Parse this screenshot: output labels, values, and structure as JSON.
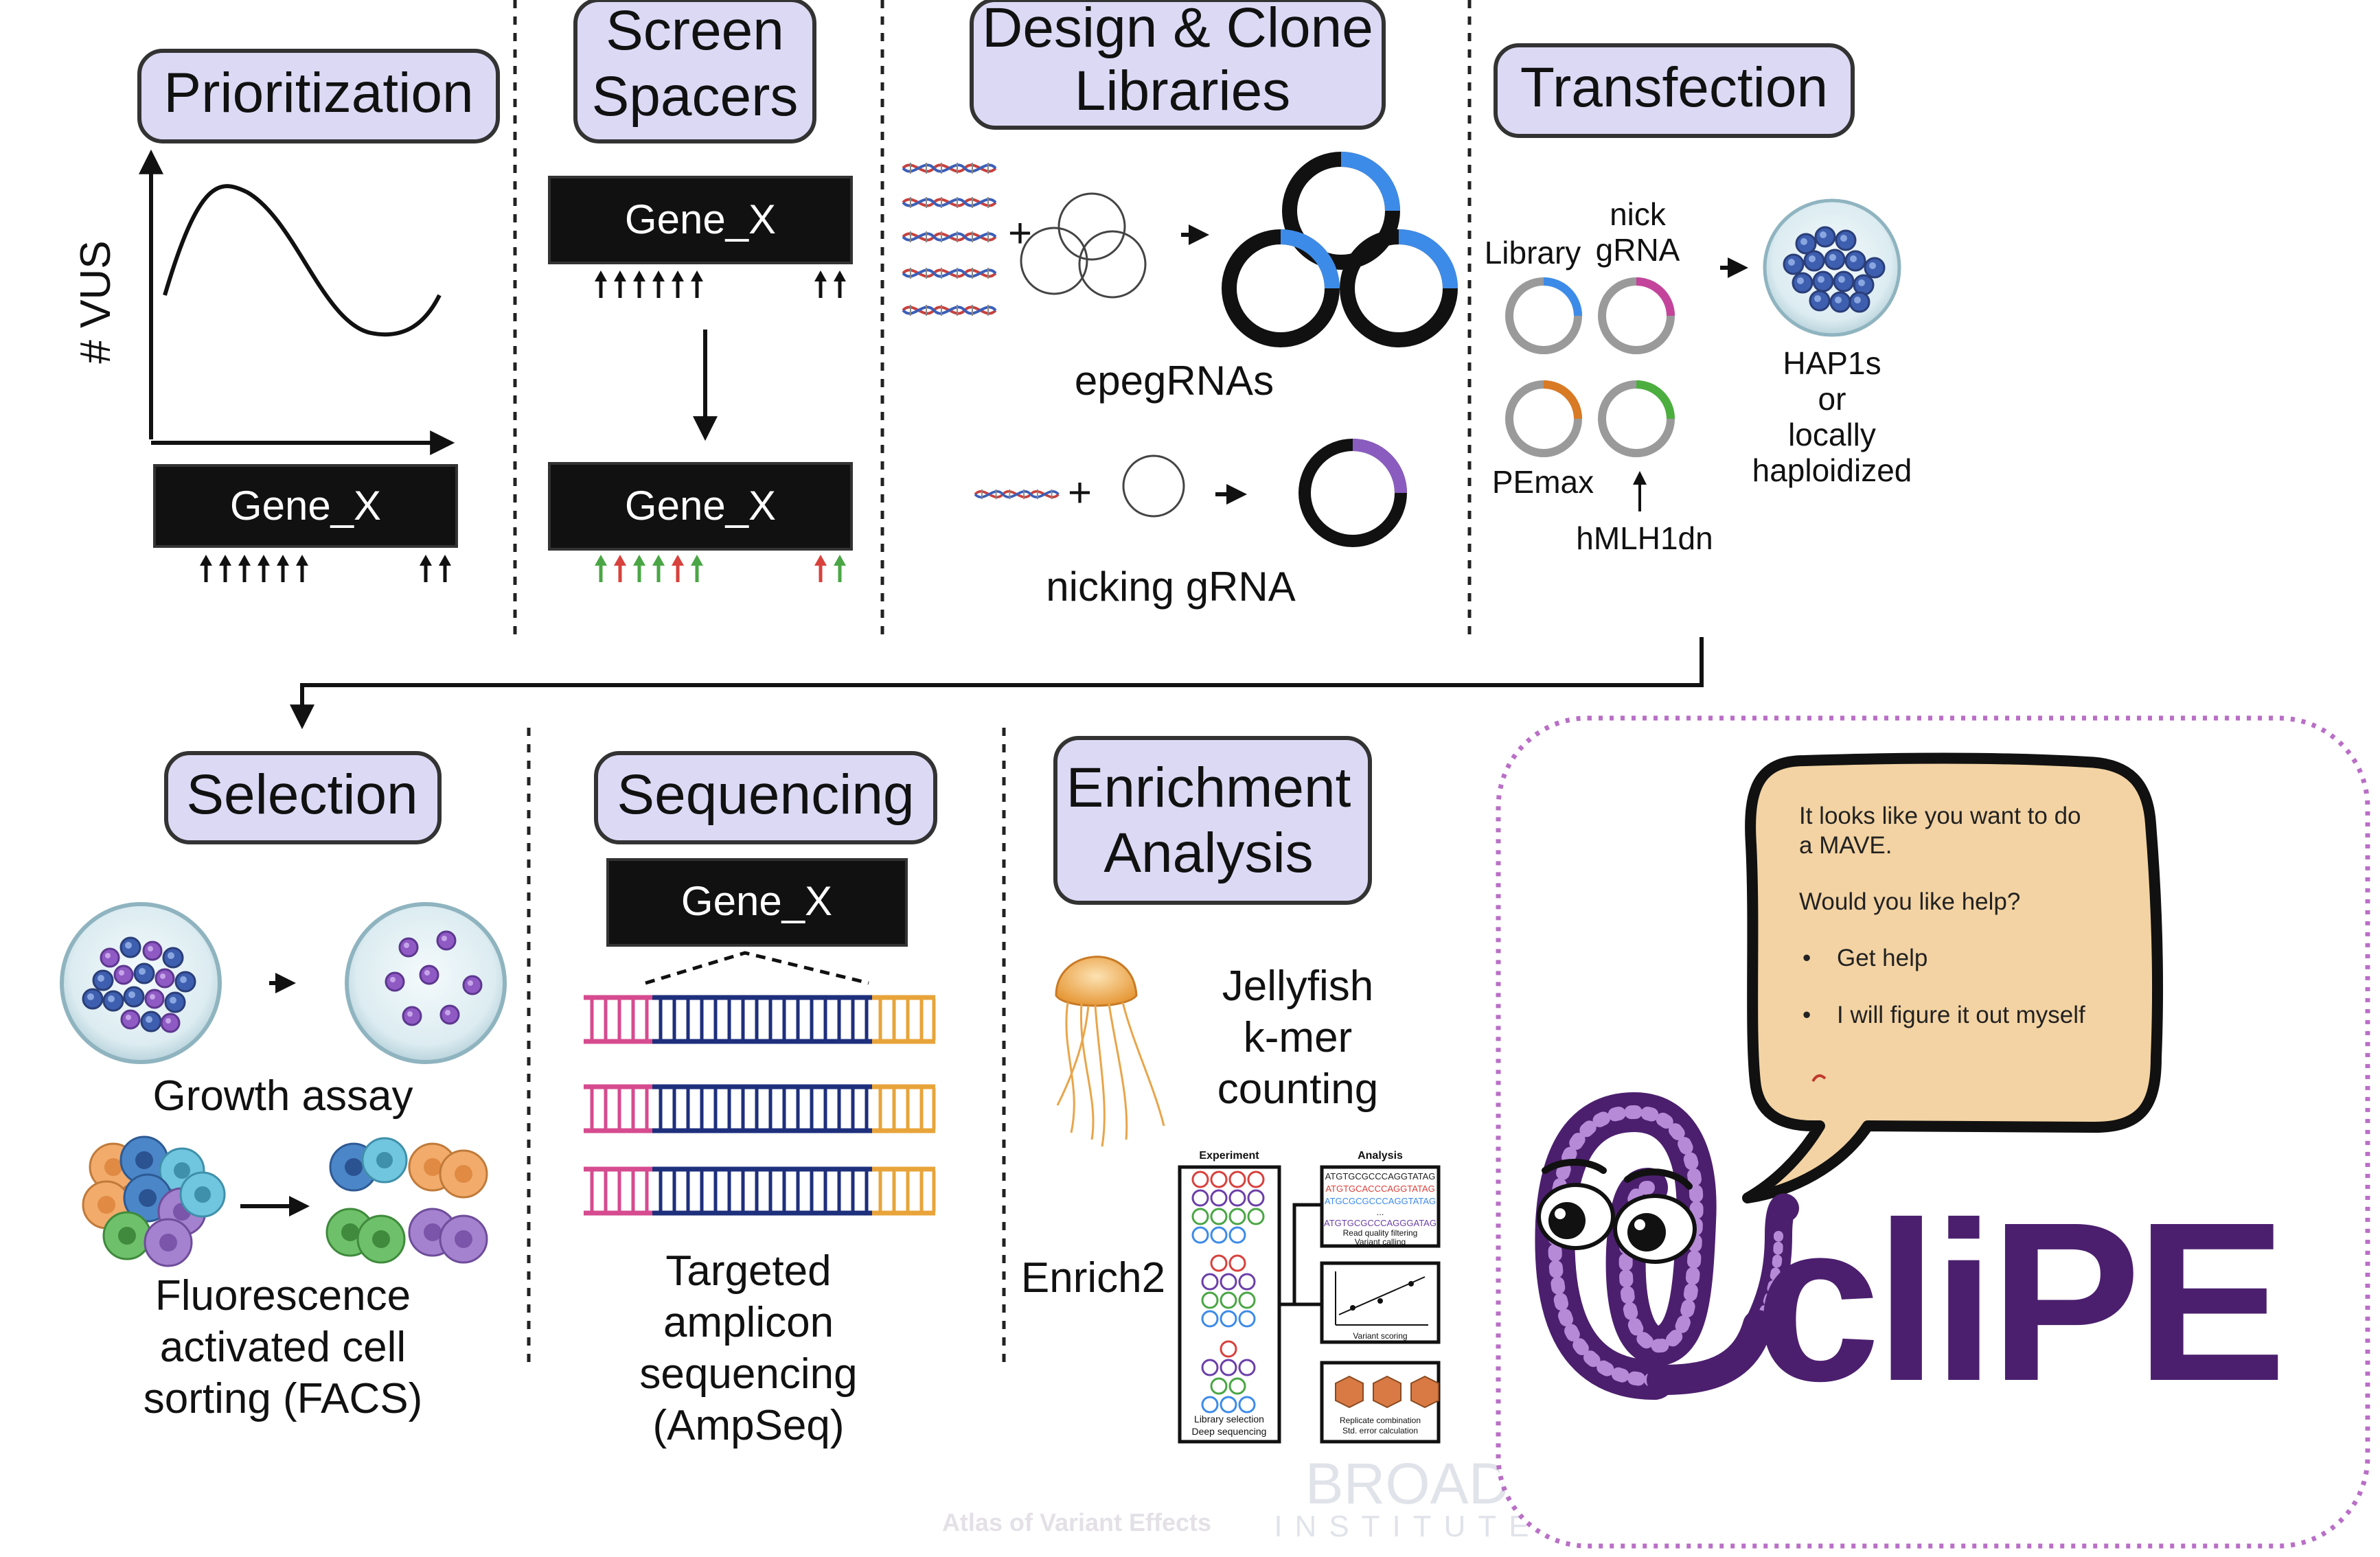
{
  "steps": {
    "prioritization": {
      "title": "Prioritization",
      "axis_label": "# VUS",
      "gene": "Gene_X"
    },
    "screen_spacers": {
      "title_line1": "Screen",
      "title_line2": "Spacers",
      "gene_top": "Gene_X",
      "gene_bottom": "Gene_X"
    },
    "design_clone": {
      "title_line1": "Design & Clone",
      "title_line2": "Libraries",
      "epegrna_label": "epegRNAs",
      "nicking_label": "nicking gRNA"
    },
    "transfection": {
      "title": "Transfection",
      "library_label": "Library",
      "nick_label_line1": "nick",
      "nick_label_line2": "gRNA",
      "pemax_label": "PEmax",
      "hmlh1dn_label": "hMLH1dn",
      "cells_line1": "HAP1s",
      "cells_line2": "or",
      "cells_line3": "locally",
      "cells_line4": "haploidized"
    },
    "selection": {
      "title": "Selection",
      "growth_label": "Growth assay",
      "facs_line1": "Fluorescence",
      "facs_line2": "activated cell",
      "facs_line3": "sorting (FACS)"
    },
    "sequencing": {
      "title": "Sequencing",
      "gene": "Gene_X",
      "label_line1": "Targeted",
      "label_line2": "amplicon",
      "label_line3": "sequencing",
      "label_line4": "(AmpSeq)"
    },
    "enrichment": {
      "title_line1": "Enrichment",
      "title_line2": "Analysis",
      "jellyfish_line1": "Jellyfish",
      "jellyfish_line2": "k-mer",
      "jellyfish_line3": "counting",
      "enrich2_label": "Enrich2",
      "panel_experiment": "Experiment",
      "panel_analysis": "Analysis",
      "panel_library": "Library selection",
      "panel_deepseq": "Deep sequencing",
      "panel_quality_1": "Read quality filtering",
      "panel_quality_2": "Variant calling",
      "panel_variant": "Variant scoring",
      "panel_replicate": "Replicate combination",
      "panel_stderr": "Std. error calculation",
      "panel_seq_1": "ATGTGCGCCCAGGTATAG",
      "panel_seq_2": "ATGTGCACCCAGGTATAG",
      "panel_seq_3": "ATGCGCGCCCAGGTATAG",
      "panel_seq_4": "ATGTGCGCCCAGGGATAG",
      "panel_dots": "..."
    }
  },
  "clipe": {
    "logo_text": "cliPE",
    "bubble_line1": "It looks like you want to do",
    "bubble_line2": "a MAVE.",
    "bubble_question": "Would you like help?",
    "bubble_option1": "Get help",
    "bubble_option2": "I will figure it out myself",
    "bullet": "•"
  },
  "watermarks": {
    "ave": "Atlas of Variant Effects",
    "broad_line1": "BROAD",
    "broad_line2": "INSTITUTE"
  },
  "colors": {
    "title_box_fill": "#dcd9f5",
    "title_box_stroke": "#333333",
    "gene_box": "#111111",
    "spacer_arrow_red": "#d8413c",
    "spacer_arrow_green": "#4aa645",
    "plasmid_blue": "#3d8be8",
    "plasmid_pink": "#c4449b",
    "plasmid_orange": "#d97a25",
    "plasmid_green": "#4cae3e",
    "plasmid_purple": "#8a5cc0",
    "clipe_purple": "#4b1f6e",
    "bubble_fill": "#f3d3a3",
    "dashed_border": "#b96fc6"
  }
}
